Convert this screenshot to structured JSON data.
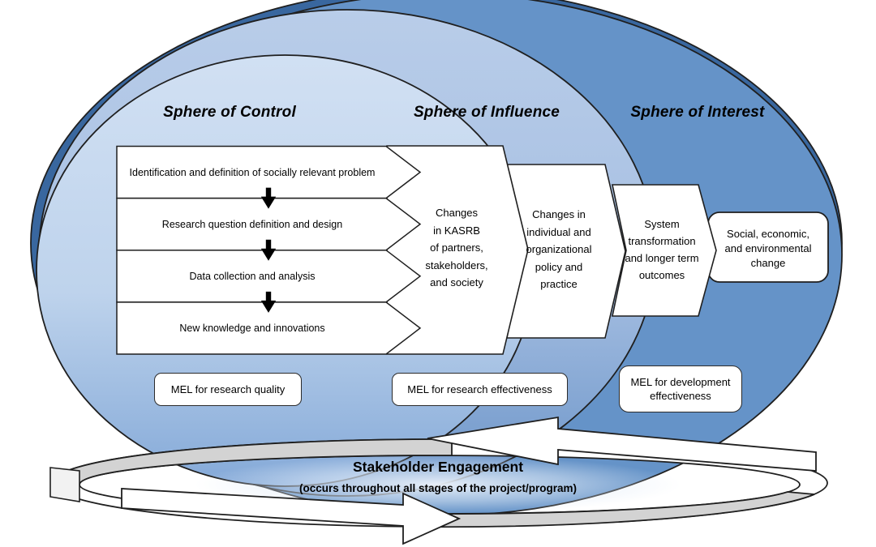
{
  "diagram": {
    "spheres": [
      {
        "label": "Sphere of Control"
      },
      {
        "label": "Sphere of Influence"
      },
      {
        "label": "Sphere of Interest"
      }
    ],
    "process_steps": [
      {
        "label": "Identification and definition of socially relevant problem"
      },
      {
        "label": "Research question definition and design"
      },
      {
        "label": "Data collection and analysis"
      },
      {
        "label": "New knowledge and innovations"
      }
    ],
    "outcomes": [
      {
        "label": "Changes\nin KASRB\nof partners,\nstakeholders,\nand society"
      },
      {
        "label": "Changes in\nindividual and\norganizational\npolicy and\npractice"
      },
      {
        "label": "System\ntransformation\nand longer term\noutcomes"
      }
    ],
    "impact_box": {
      "label": "Social, economic,\nand environmental\nchange"
    },
    "mel_boxes": [
      {
        "label": "MEL for research quality"
      },
      {
        "label": "MEL for research effectiveness"
      },
      {
        "label": "MEL for development\neffectiveness"
      }
    ],
    "stakeholder_loop": {
      "title": "Stakeholder Engagement",
      "subtitle": "(occurs throughout all stages of the project/program)"
    },
    "colors": {
      "shadow_ellipse": "#39679f",
      "sphere_interest": "#6593c8",
      "sphere_influence_top": "#b9cde9",
      "sphere_influence_bottom": "#6b94c8",
      "sphere_control_top": "#d1e0f3",
      "sphere_control_bottom": "#84a9d8",
      "ring_gray": "#d3d3d3",
      "shape_fill": "#ffffff",
      "outline": "#1f1f1f",
      "text": "#000000"
    }
  }
}
